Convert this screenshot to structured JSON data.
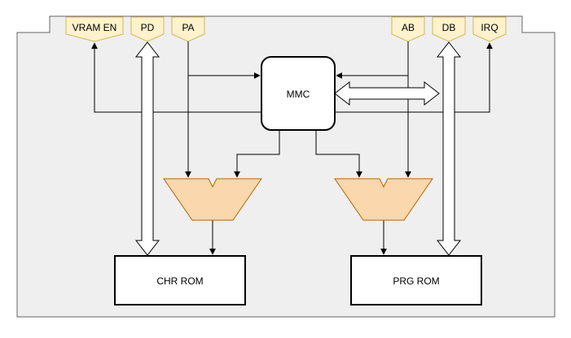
{
  "diagram": {
    "connectors": {
      "vram_en": "VRAM EN",
      "pd": "PD",
      "pa": "PA",
      "ab": "AB",
      "db": "DB",
      "irq": "IRQ"
    },
    "mmc_label": "MMC",
    "chr_rom_label": "CHR ROM",
    "prg_rom_label": "PRG ROM"
  },
  "colors": {
    "board_fill": "#efefef",
    "connector_fill": "#fff2cc",
    "connector_stroke": "#d6b656",
    "mux_fill": "#fad7ac",
    "mux_stroke": "#b46504",
    "line": "#000000",
    "box_fill": "#ffffff"
  }
}
